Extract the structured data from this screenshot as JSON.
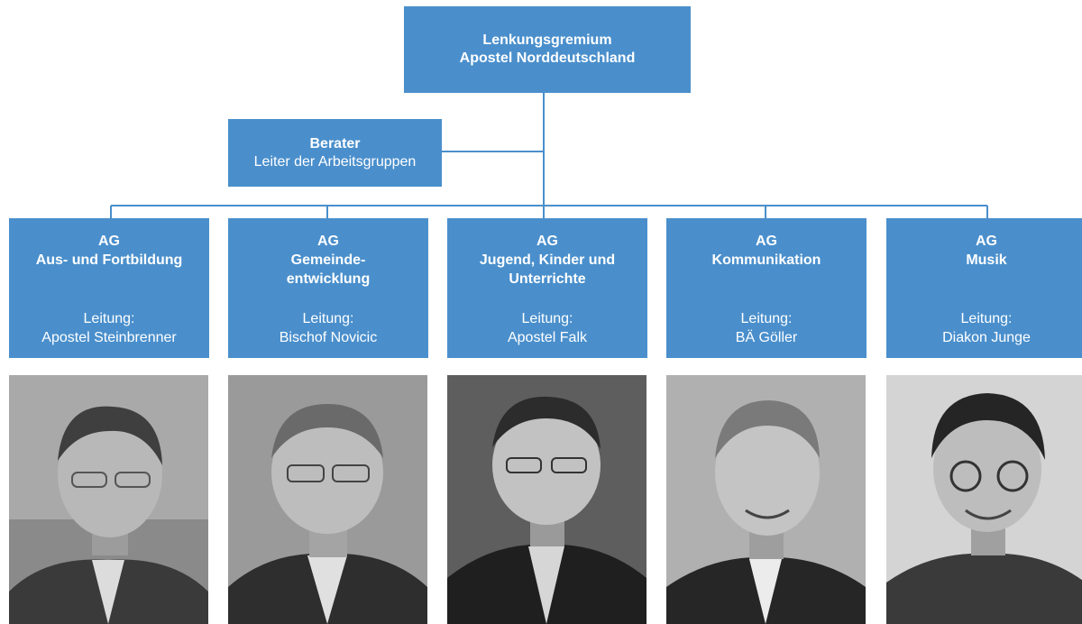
{
  "top": {
    "line1": "Lenkungsgremium",
    "line2": "Apostel Norddeutschland"
  },
  "advisor": {
    "title": "Berater",
    "subtitle": "Leiter der Arbeitsgruppen"
  },
  "groups": [
    {
      "head": [
        "AG",
        "Aus- und Fortbildung"
      ],
      "lead_label": "Leitung:",
      "lead_name": "Apostel Steinbrenner"
    },
    {
      "head": [
        "AG",
        "Gemeinde-",
        "entwicklung"
      ],
      "lead_label": "Leitung:",
      "lead_name": "Bischof Novicic"
    },
    {
      "head": [
        "AG",
        "Jugend, Kinder und",
        "Unterrichte"
      ],
      "lead_label": "Leitung:",
      "lead_name": "Apostel Falk"
    },
    {
      "head": [
        "AG",
        "Kommunikation"
      ],
      "lead_label": "Leitung:",
      "lead_name": "BÄ Göller"
    },
    {
      "head": [
        "AG",
        "Musik"
      ],
      "lead_label": "Leitung:",
      "lead_name": "Diakon Junge"
    }
  ],
  "colors": {
    "box": "#4a8fcc",
    "line": "#4a8fcc"
  }
}
